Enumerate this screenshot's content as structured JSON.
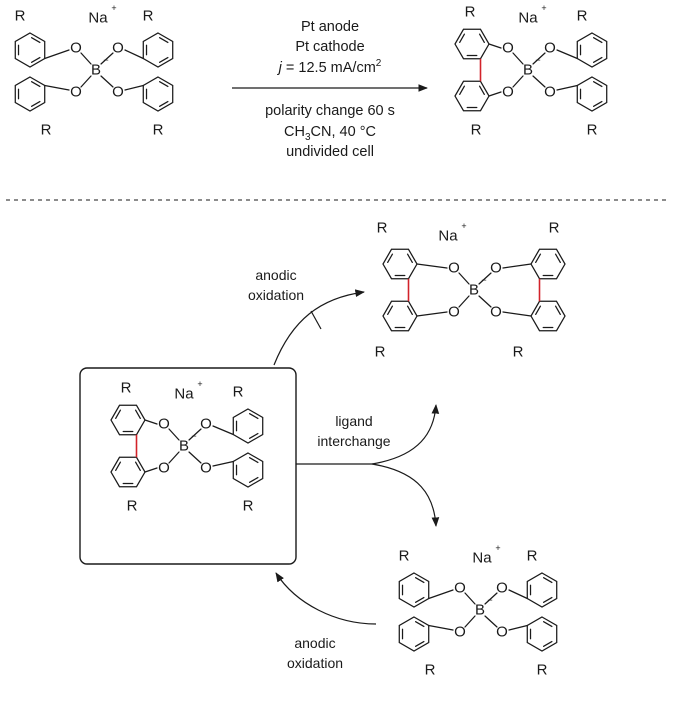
{
  "labels": {
    "R": "R",
    "Na": "Na",
    "plus": "+",
    "O": "O",
    "B": "B",
    "minus": "−"
  },
  "conditions": {
    "line1": "Pt anode",
    "line2": "Pt cathode",
    "line3_italic": "j",
    "line3_rest": " = 12.5 mA/cm",
    "line3_sup": "2",
    "line4": "polarity change 60 s",
    "line5_a": "CH",
    "line5_sub": "3",
    "line5_b": "CN, 40 °C",
    "line6": "undivided cell"
  },
  "arrows": {
    "upper_left": "anodic\noxidation",
    "middle": "ligand\ninterchange",
    "lower_left": "anodic\noxidation"
  },
  "colors": {
    "ink": "#1a1a1a",
    "biaryl_bond": "#d2232a"
  }
}
